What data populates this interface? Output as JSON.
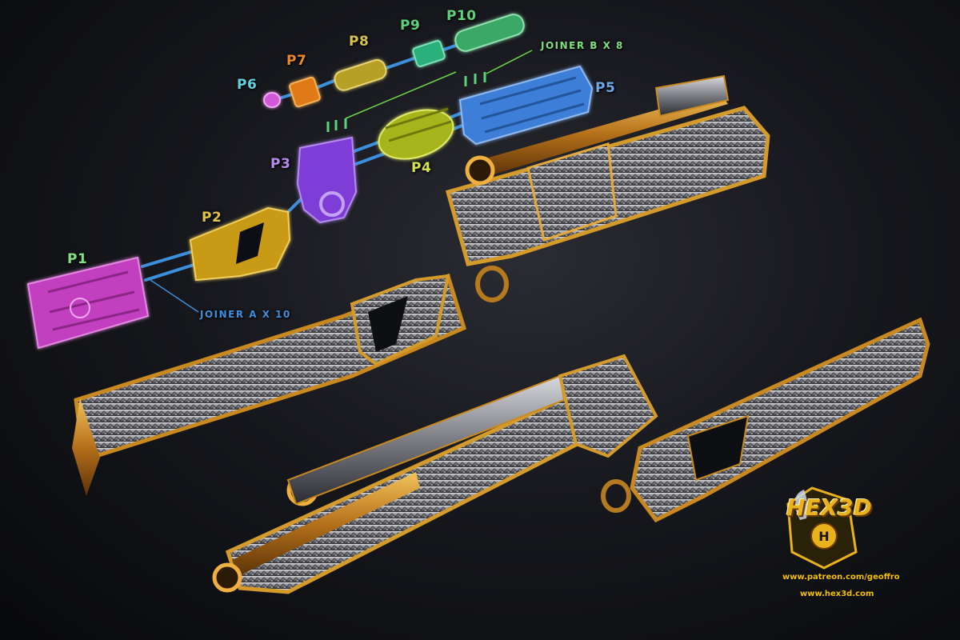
{
  "parts": {
    "p1": "P1",
    "p2": "P2",
    "p3": "P3",
    "p4": "P4",
    "p5": "P5",
    "p6": "P6",
    "p7": "P7",
    "p8": "P8",
    "p9": "P9",
    "p10": "P10"
  },
  "joiners": {
    "a": "JOINER A X 10",
    "b": "JOINER B X 8"
  },
  "logo": {
    "text": "HEX3D",
    "patreon": "www.patreon.com/geoffro",
    "site": "www.hex3d.com"
  },
  "colors": {
    "p1": "#c23fbf",
    "p2": "#c99a16",
    "p3": "#7d3cd6",
    "p4": "#a8b41c",
    "p5": "#3d7fd8",
    "p6": "#d25ad8",
    "p7": "#e07a16",
    "p8": "#b6a028",
    "p9": "#2bb07a",
    "p10": "#3aa868",
    "joiner": "#3b8fdc",
    "gold": "#d49a2a",
    "silver": "#9a9ba0"
  }
}
